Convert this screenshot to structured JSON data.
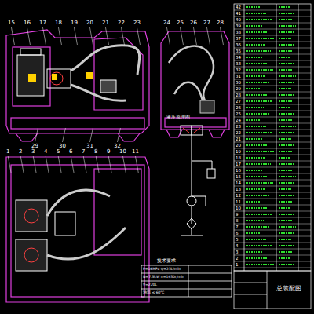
{
  "diagram": {
    "labels": [
      "15",
      "16",
      "17",
      "18",
      "19",
      "20",
      "21",
      "22",
      "23",
      "24",
      "25",
      "26",
      "27",
      "28",
      "29",
      "30",
      "31",
      "32",
      "1",
      "2",
      "3",
      "4",
      "5",
      "6",
      "7",
      "8",
      "9",
      "10",
      "11",
      "液压原理图",
      "技术要求",
      "P=16MPa  Q=25L/min",
      "N=7.5kW  n=1450r/min",
      "V=220L",
      "油温 ≤ 60℃",
      "总装配图",
      "42",
      "41",
      "40",
      "39",
      "38",
      "37",
      "36",
      "35",
      "34",
      "33",
      "32",
      "31",
      "30",
      "29",
      "28",
      "27",
      "26",
      "25",
      "24",
      "23",
      "22",
      "21",
      "20",
      "19",
      "18",
      "17",
      "16",
      "15",
      "14",
      "13",
      "12",
      "11",
      "10",
      "9",
      "8",
      "7",
      "6",
      "5",
      "4",
      "3",
      "2",
      "1"
    ]
  }
}
